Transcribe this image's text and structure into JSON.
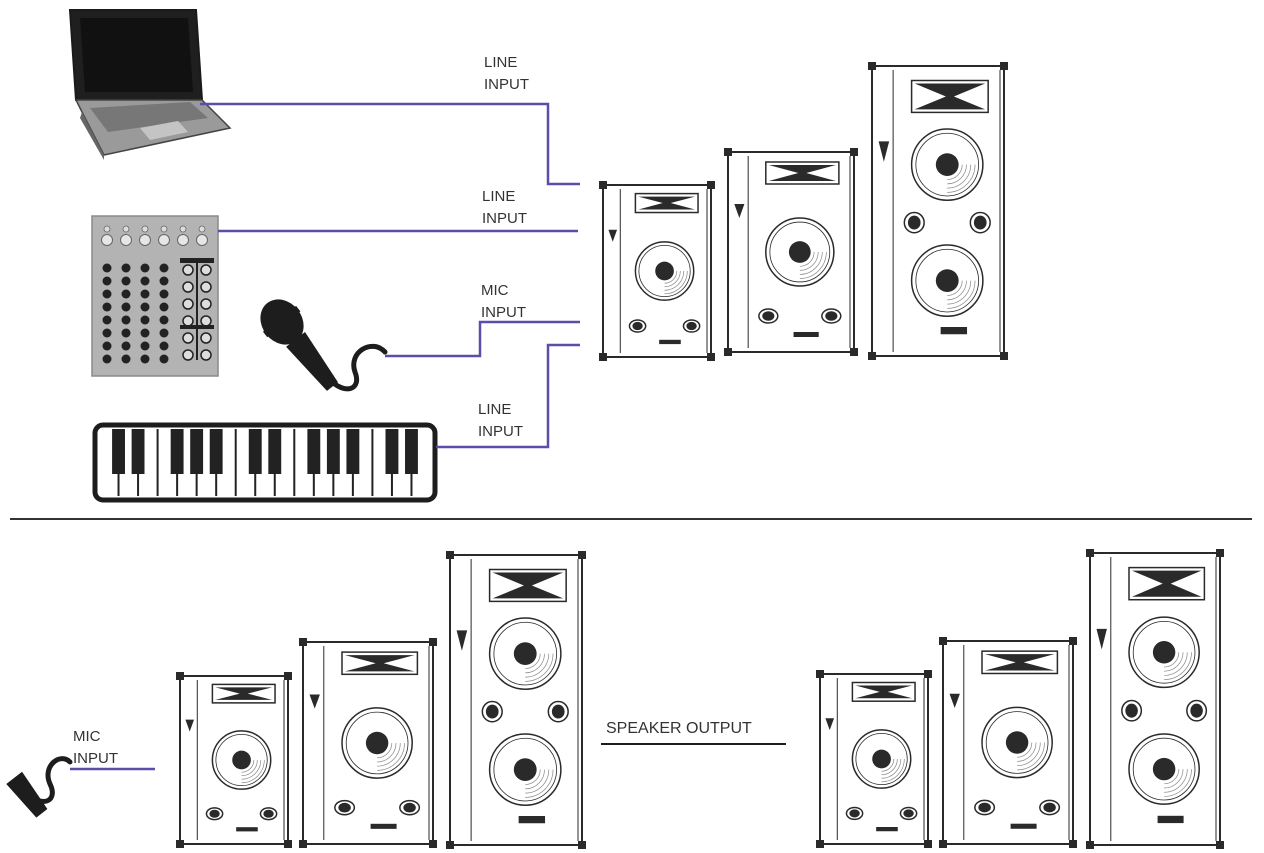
{
  "colors": {
    "cable": "#5b4ea8",
    "outline": "#2a2a2a",
    "device_gray": "#b6b6b6",
    "device_dark": "#222222",
    "divider": "#333333"
  },
  "labels": {
    "laptop_line": {
      "line1": "LINE",
      "line2": "INPUT"
    },
    "mixer_line": {
      "line1": "LINE",
      "line2": "INPUT"
    },
    "mic_top": {
      "line1": "MIC",
      "line2": "INPUT"
    },
    "keyboard_line": {
      "line1": "LINE",
      "line2": "INPUT"
    },
    "mic_bottom": {
      "line1": "MIC",
      "line2": "INPUT"
    },
    "speaker_output": "SPEAKER OUTPUT"
  },
  "icons": {
    "laptop": "laptop-icon",
    "mixer": "mixer-icon",
    "microphone": "microphone-icon",
    "keyboard": "keyboard-icon",
    "speaker": "speaker-cabinet-icon"
  }
}
